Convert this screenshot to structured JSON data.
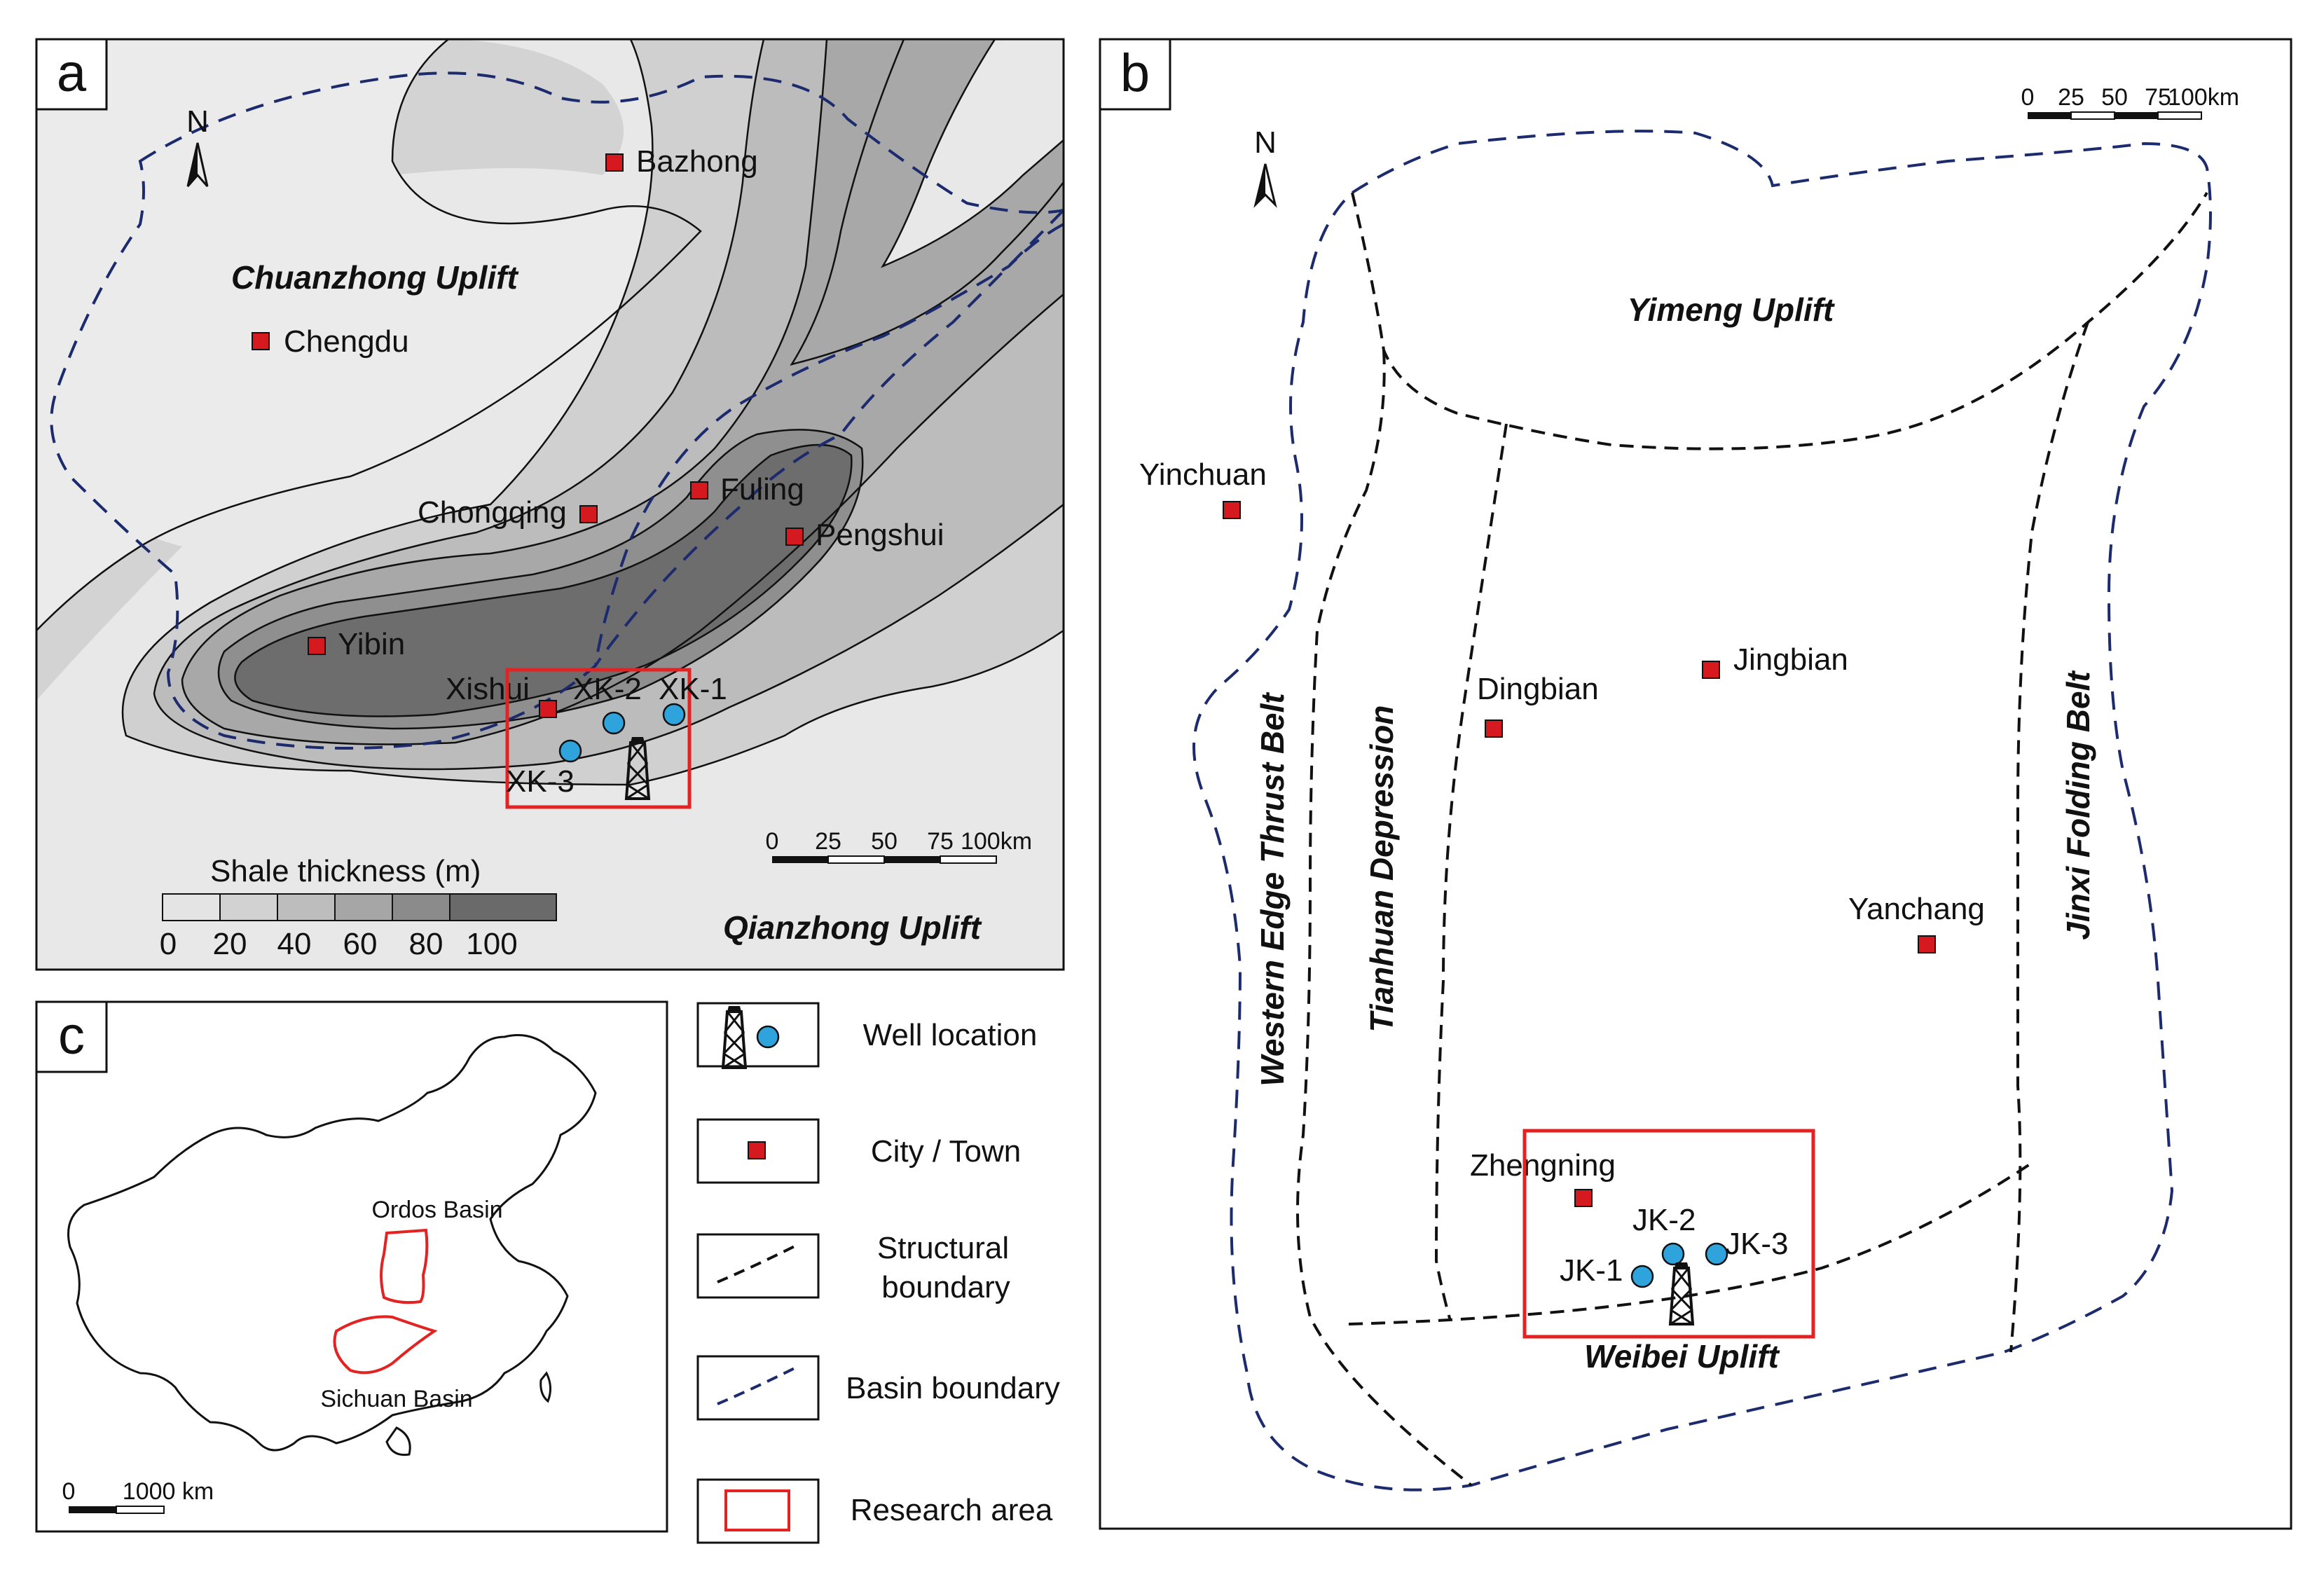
{
  "panel_a": {
    "letter": "a",
    "north": "N",
    "regions": {
      "chuanzhong": "Chuanzhong Uplift",
      "qianzhong": "Qianzhong Uplift"
    },
    "cities": [
      "Bazhong",
      "Chengdu",
      "Chongqing",
      "Fuling",
      "Pengshui",
      "Yibin",
      "Xishui"
    ],
    "wells": [
      "XK-1",
      "XK-2",
      "XK-3"
    ],
    "scale": {
      "ticks": [
        "0",
        "25",
        "50",
        "75",
        "100km"
      ]
    },
    "thickness_legend": {
      "title": "Shale thickness (m)",
      "ticks": [
        "0",
        "20",
        "40",
        "60",
        "80",
        "100"
      ],
      "colors": [
        "#e4e4e4",
        "#d2d2d2",
        "#bdbdbd",
        "#a6a6a6",
        "#8b8b8b",
        "#6a6a6a"
      ]
    }
  },
  "panel_b": {
    "letter": "b",
    "north": "N",
    "regions": {
      "yimeng": "Yimeng Uplift",
      "western": "Western Edge Thrust Belt",
      "tianhuan": "Tianhuan Depression",
      "jinxi": "Jinxi Folding Belt",
      "weibei": "Weibei Uplift"
    },
    "cities": [
      "Yinchuan",
      "Dingbian",
      "Jingbian",
      "Yanchang",
      "Zhengning"
    ],
    "wells": [
      "JK-1",
      "JK-2",
      "JK-3"
    ],
    "scale": {
      "ticks": [
        "0",
        "25",
        "50",
        "75",
        "100km"
      ]
    }
  },
  "panel_c": {
    "letter": "c",
    "basins": [
      "Ordos Basin",
      "Sichuan Basin"
    ],
    "scale": {
      "ticks": [
        "0",
        "1000 km"
      ]
    }
  },
  "legend": {
    "well": "Well location",
    "city": "City / Town",
    "structural_1": "Structural",
    "structural_2": "boundary",
    "basin": "Basin boundary",
    "research": "Research area"
  },
  "colors": {
    "city_marker": "#d6191e",
    "well_marker": "#2ea3dc",
    "basin_boundary": "#1c2a6e",
    "research_box": "#e32222",
    "structural_boundary": "#111111"
  }
}
